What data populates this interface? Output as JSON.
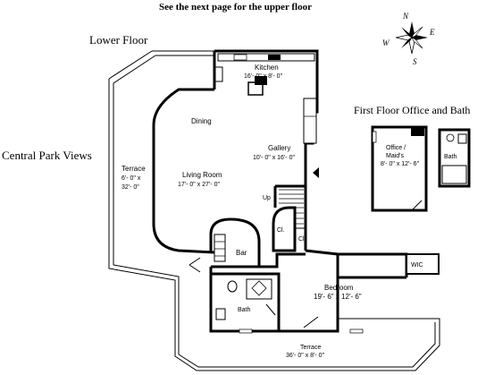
{
  "header": {
    "note": "See the next page for the upper floor",
    "floor_label": "Lower Floor",
    "view_label": "Central Park Views"
  },
  "compass": {
    "n": "N",
    "e": "E",
    "s": "S",
    "w": "W"
  },
  "rooms": {
    "kitchen": {
      "name": "Kitchen",
      "size": "16'- 0\" x 8'- 0\""
    },
    "dining": {
      "name": "Dining"
    },
    "gallery": {
      "name": "Gallery",
      "size": "10'- 0\" x 16'- 0\""
    },
    "living": {
      "name": "Living Room",
      "size": "17'- 0\" x 27'- 0\""
    },
    "terrace_west": {
      "name": "Terrace",
      "size_a": "6'- 0\" x",
      "size_b": "32'- 0\""
    },
    "up": {
      "name": "Up"
    },
    "closet_a": {
      "name": "Cl."
    },
    "closet_b": {
      "name": "Cl."
    },
    "bar": {
      "name": "Bar"
    },
    "bath": {
      "name": "Bath"
    },
    "bedroom": {
      "name": "Bedroom",
      "size": "19'- 6\" x 12'- 6\""
    },
    "wic": {
      "name": "WIC"
    },
    "terrace_south": {
      "name": "Terrace",
      "size": "36'- 0\" x 8'- 0\""
    }
  },
  "office_section": {
    "title": "First Floor Office and Bath",
    "office_name_a": "Office /",
    "office_name_b": "Maid's",
    "office_size": "8'- 0\" x 12'- 6\"",
    "bath_name": "Bath"
  }
}
